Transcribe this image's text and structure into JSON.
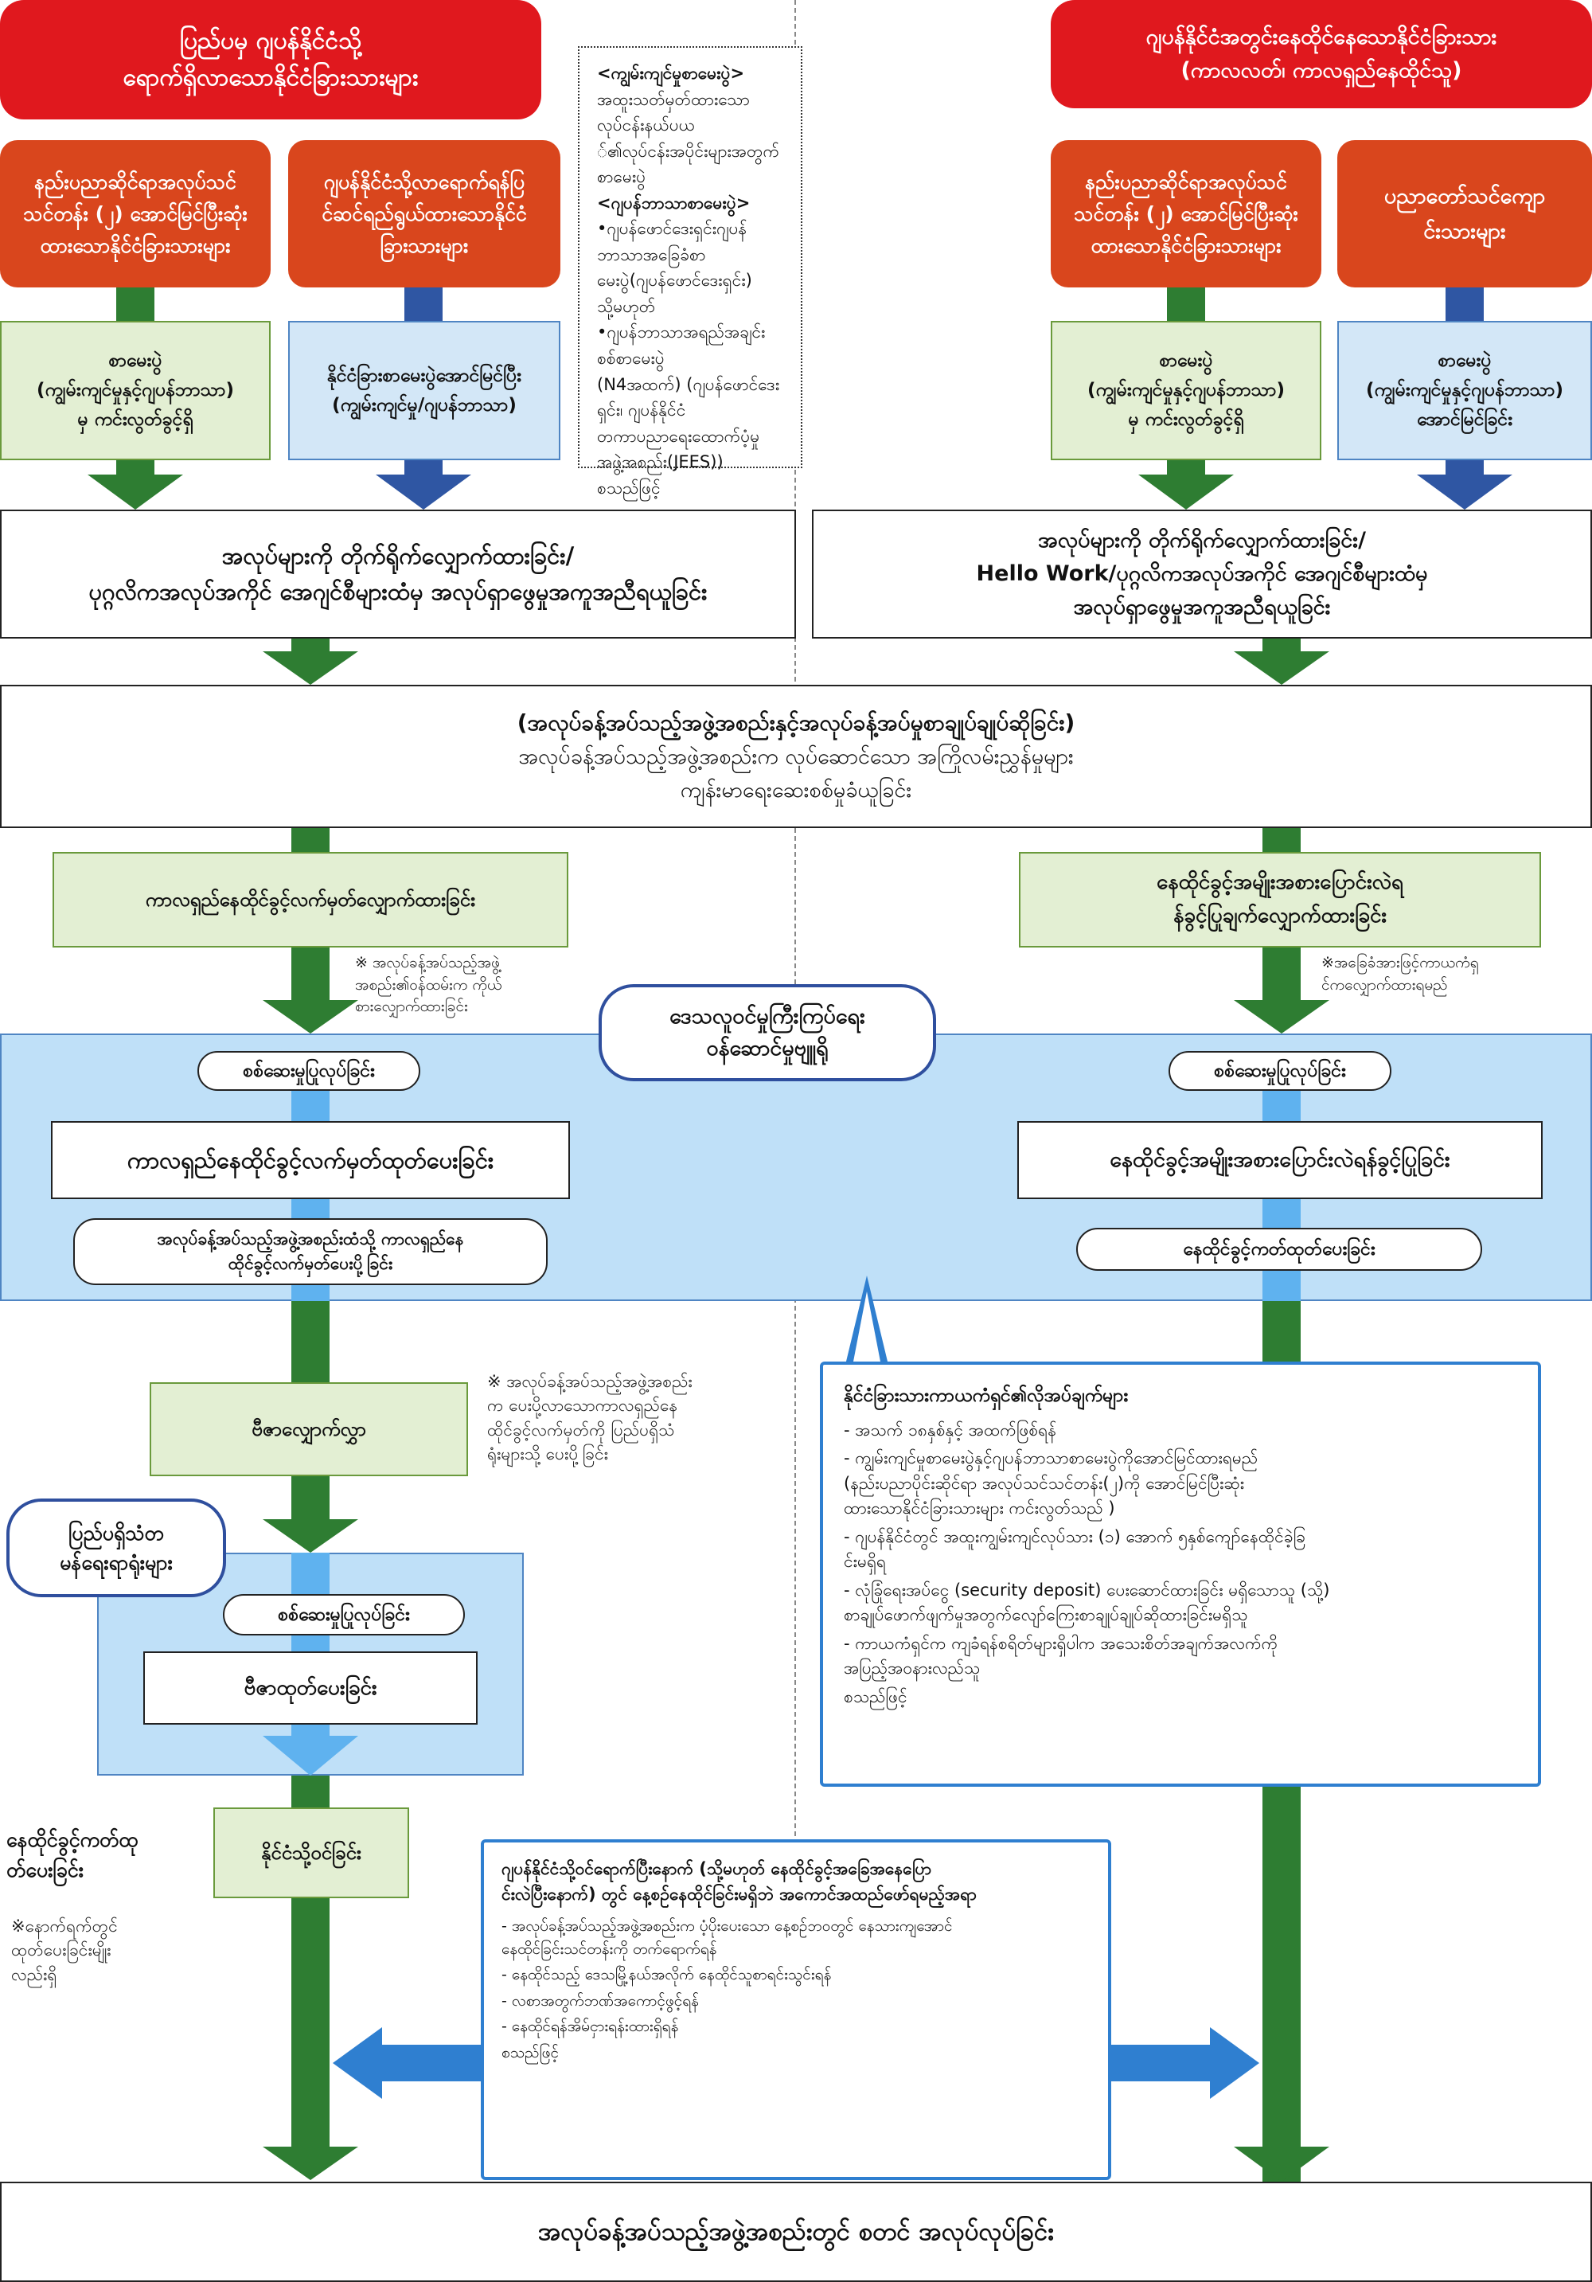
{
  "top": {
    "left_header": "ပြည်ပမှ ဂျပန်နိုင်ငံသို့\nရောက်ရှိလာသောနိုင်ငံခြားသားများ",
    "right_header": "ဂျပန်နိုင်ငံအတွင်းနေထိုင်နေသောနိုင်ငံခြားသား\n(ကာလလတ်၊ ကာလရှည်နေထိုင်သူ)"
  },
  "left_col": {
    "a_header": "နည်းပညာဆိုင်ရာအလုပ်သင်\nသင်တန်း (၂) အောင်မြင်ပြီးဆုံး\nထားသောနိုင်ငံခြားသားများ",
    "b_header": "ဂျပန်နိုင်ငံသို့လာရောက်ရန်ပြ\nင်ဆင်ရည်ရွယ်ထားသောနိုင်ငံ\nခြားသားများ",
    "a_exam": "စာမေးပွဲ\n(ကျွမ်းကျင်မှုနှင့်ဂျပန်ဘာသာ)\nမှ ကင်းလွတ်ခွင့်ရှိ",
    "b_exam": "နိုင်ငံခြားစာမေးပွဲအောင်မြင်ပြီး\n(ကျွမ်းကျင်မှု/ဂျပန်ဘာသာ)"
  },
  "exam_note": {
    "skill_title": "<ကျွမ်းကျင်မှုစာမေးပွဲ>",
    "skill_body": "အထူးသတ်မှတ်ထားသောလုပ်ငန်းနယ်ပယ\n်၏လုပ်ငန်းအပိုင်းများအတွက်စာမေးပွဲ",
    "jp_title": "<ဂျပန်ဘာသာစာမေးပွဲ>",
    "jp_item1": "•ဂျပန်ဖောင်ဒေးရှင်းဂျပန်ဘာသာအခြေခံစာ\n  မေးပွဲ(ဂျပန်ဖောင်ဒေးရှင်း)",
    "or": "သို့မဟုတ်",
    "jp_item2": "•ဂျပန်ဘာသာအရည်အချင်းစစ်စာမေးပွဲ\n  (N4အထက်) (ဂျပန်ဖောင်ဒေးရှင်း၊ ဂျပန်နိုင်ငံ\n  တကာပညာရေးထောက်ပံ့မှုအဖွဲ့အစည်း(JEES))",
    "etc": "စသည်ဖြင့်"
  },
  "right_col": {
    "a_header": "နည်းပညာဆိုင်ရာအလုပ်သင်\nသင်တန်း (၂) အောင်မြင်ပြီးဆုံး\nထားသောနိုင်ငံခြားသားများ",
    "b_header": "ပညာတော်သင်ကျော\nင်းသားများ",
    "a_exam": "စာမေးပွဲ\n(ကျွမ်းကျင်မှုနှင့်ဂျပန်ဘာသာ)\nမှ ကင်းလွတ်ခွင့်ရှိ",
    "b_exam": "စာမေးပွဲ\n(ကျွမ်းကျင်မှုနှင့်ဂျပန်ဘာသာ)\nအောင်မြင်ခြင်း"
  },
  "job": {
    "left": "အလုပ်များကို တိုက်ရိုက်လျှောက်ထားခြင်း/\nပုဂ္ဂလိကအလုပ်အကိုင် အေဂျင်စီများထံမှ အလုပ်ရှာဖွေမှုအကူအညီရယူခြင်း",
    "right": "အလုပ်များကို တိုက်ရိုက်လျှောက်ထားခြင်း/\nHello Work/ပုဂ္ဂလိကအလုပ်အကိုင် အေဂျင်စီများထံမှ\nအလုပ်ရှာဖွေမှုအကူအညီရယူခြင်း"
  },
  "contract": {
    "title": "(အလုပ်ခန့်အပ်သည့်အဖွဲ့အစည်းနှင့်အလုပ်ခန့်အပ်မှုစာချုပ်ချုပ်ဆိုခြင်း)",
    "body": "အလုပ်ခန့်အပ်သည့်အဖွဲ့အစည်းက လုပ်ဆောင်သော အကြိုလမ်းညွှန်မှုများ\nကျန်းမာရေးဆေးစစ်မှုခံယူခြင်း"
  },
  "apply": {
    "left": "ကာလရှည်နေထိုင်ခွင့်လက်မှတ်လျှောက်ထားခြင်း",
    "right": "နေထိုင်ခွင့်အမျိုးအစားပြောင်းလဲရ\nန်ခွင့်ပြုချက်လျှောက်ထားခြင်း",
    "left_note": "※ အလုပ်ခန့်အပ်သည့်အဖွဲ့\n  အစည်း၏ဝန်ထမ်းက ကိုယ်\n  စားလျှောက်ထားခြင်း",
    "right_note": "※အခြေခံအားဖြင့်ကာယကံရှ\n  င်ကလျှောက်ထားရမည်"
  },
  "immigration": {
    "bureau": "ဒေသလူဝင်မှုကြီးကြပ်ရေး\nဝန်ဆောင်မှုဗျူရို",
    "left_exam": "စစ်ဆေးမှုပြုလုပ်ခြင်း",
    "right_exam": "စစ်ဆေးမှုပြုလုပ်ခြင်း",
    "left_issue": "ကာလရှည်နေထိုင်ခွင့်လက်မှတ်ထုတ်ပေးခြင်း",
    "right_permit": "နေထိုင်ခွင့်အမျိုးအစားပြောင်းလဲရန်ခွင့်ပြုခြင်း",
    "left_send": "အလုပ်ခန့်အပ်သည့်အဖွဲ့အစည်းထံသို့ ကာလရှည်နေ\nထိုင်ခွင့်လက်မှတ်ပေးပို့ခြင်း",
    "right_card": "နေထိုင်ခွင့်ကတ်ထုတ်ပေးခြင်း"
  },
  "visa": {
    "apply": "ဗီဇာလျှောက်လွှာ",
    "apply_note": "※ အလုပ်ခန့်အပ်သည့်အဖွဲ့အစည်း\n  က ပေးပို့လာသောကာလရှည်နေ\n  ထိုင်ခွင့်လက်မှတ်ကို ပြည်ပရှိသံ\n  ရုံးများသို့ ပေးပို့ခြင်း",
    "embassy": "ပြည်ပရှိသံတ\nမန်ရေးရာရုံးများ",
    "exam": "စစ်ဆေးမှုပြုလုပ်ခြင်း",
    "issue": "ဗီဇာထုတ်ပေးခြင်း",
    "entry": "နိုင်ငံသို့ဝင်ခြင်း",
    "card_note": "နေထိုင်ခွင့်ကတ်ထု\nတ်ပေးခြင်း",
    "card_sub": "※နောက်ရက်တွင်\n  ထုတ်ပေးခြင်းမျိုး\n  လည်းရှိ"
  },
  "requirements": {
    "title": "နိုင်ငံခြားသားကာယကံရှင်၏လိုအပ်ချက်များ",
    "items": [
      "- အသက် ၁၈နှစ်နှင့် အထက်ဖြစ်ရန်",
      "- ကျွမ်းကျင်မှုစာမေးပွဲနှင့်ဂျပန်ဘာသာစာမေးပွဲကိုအောင်မြင်ထားရမည်\n  (နည်းပညာပိုင်းဆိုင်ရာ အလုပ်သင်သင်တန်း(၂)ကို အောင်မြင်ပြီးဆုံး\n   ထားသောနိုင်ငံခြားသားများ ကင်းလွတ်သည် )",
      "- ဂျပန်နိုင်ငံတွင် အထူးကျွမ်းကျင်လုပ်သား (၁) အောက် ၅နှစ်ကျော်နေထိုင်ခဲ့ခြ\n  င်းမရှိရ",
      "- လုံခြုံရေးအပ်ငွေ (security deposit) ပေးဆောင်ထားခြင်း မရှိသောသူ (သို့)\n  စာချုပ်ဖောက်ဖျက်မှုအတွက်လျော်ကြေးစာချုပ်ချုပ်ဆိုထားခြင်းမရှိသူ",
      "- ကာယကံရှင်က ကျခံရန်စရိတ်များရှိပါက အသေးစိတ်အချက်အလက်ကို\n  အပြည့်အဝနားလည်သူ"
    ],
    "etc": "စသည်ဖြင့်"
  },
  "support": {
    "title": "ဂျပန်နိုင်ငံသို့ဝင်ရောက်ပြီးနောက် (သို့မဟုတ် နေထိုင်ခွင့်အခြေအနေပြော\nင်းလဲပြီးနောက်) တွင် နေ့စဉ်နေထိုင်ခြင်းမရှိဘဲ အကောင်အထည်ဖော်ရမည့်အရာ",
    "items": [
      "- အလုပ်ခန့်အပ်သည့်အဖွဲ့အစည်းက ပံ့ပိုးပေးသော နေ့စဉ်ဘဝတွင် နေသားကျအောင်\n  နေထိုင်ခြင်းသင်တန်းကို တက်ရောက်ရန်",
      "- နေထိုင်သည့် ဒေသမြို့နယ်အလိုက် နေထိုင်သူစာရင်းသွင်းရန်",
      "- လစာအတွက်ဘဏ်အကောင့်ဖွင့်ရန်",
      "- နေထိုင်ရန်အိမ်ငှားရန်းထားရှိရန်"
    ],
    "etc": "စသည်ဖြင့်"
  },
  "final": "အလုပ်ခန့်အပ်သည့်အဖွဲ့အစည်းတွင် စတင် အလုပ်လုပ်ခြင်း",
  "colors": {
    "red": "#e0181e",
    "orange": "#d9461d",
    "green_arrow": "#2e7d32",
    "blue_arrow": "#2f56a3",
    "light_blue": "#5fb2ef",
    "region_fill": "#bfe0f8"
  }
}
